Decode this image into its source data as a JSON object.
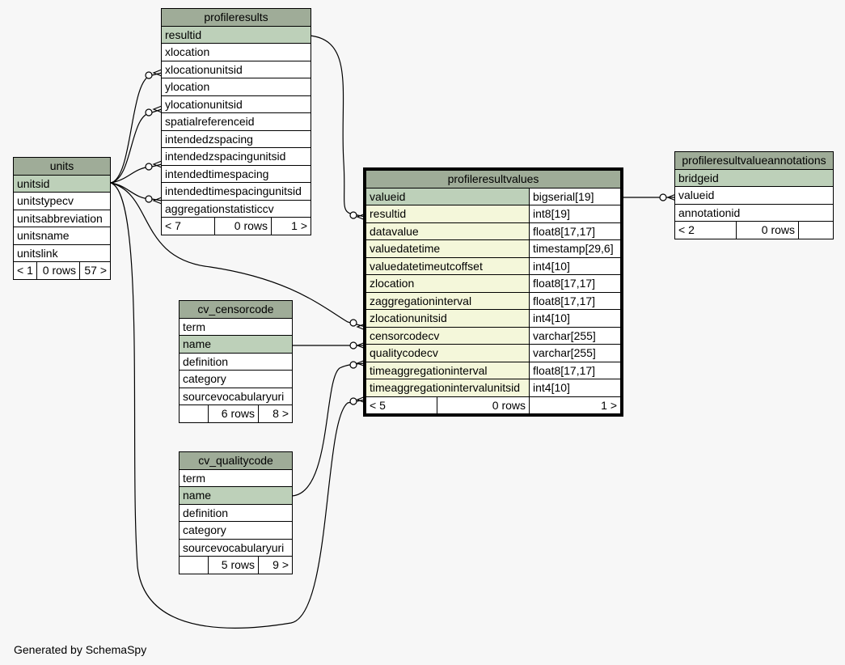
{
  "footer": "Generated by SchemaSpy",
  "tables": {
    "profileresults": {
      "name": "profileresults",
      "columns": [
        "resultid",
        "xlocation",
        "xlocationunitsid",
        "ylocation",
        "ylocationunitsid",
        "spatialreferenceid",
        "intendedzspacing",
        "intendedzspacingunitsid",
        "intendedtimespacing",
        "intendedtimespacingunitsid",
        "aggregationstatisticcv"
      ],
      "footer": [
        "< 7",
        "0 rows",
        "1 >"
      ]
    },
    "units": {
      "name": "units",
      "columns": [
        "unitsid",
        "unitstypecv",
        "unitsabbreviation",
        "unitsname",
        "unitslink"
      ],
      "footer": [
        "< 1",
        "0 rows",
        "57 >"
      ]
    },
    "profileresultvalues": {
      "name": "profileresultvalues",
      "columns": [
        {
          "name": "valueid",
          "type": "bigserial[19]"
        },
        {
          "name": "resultid",
          "type": "int8[19]"
        },
        {
          "name": "datavalue",
          "type": "float8[17,17]"
        },
        {
          "name": "valuedatetime",
          "type": "timestamp[29,6]"
        },
        {
          "name": "valuedatetimeutcoffset",
          "type": "int4[10]"
        },
        {
          "name": "zlocation",
          "type": "float8[17,17]"
        },
        {
          "name": "zaggregationinterval",
          "type": "float8[17,17]"
        },
        {
          "name": "zlocationunitsid",
          "type": "int4[10]"
        },
        {
          "name": "censorcodecv",
          "type": "varchar[255]"
        },
        {
          "name": "qualitycodecv",
          "type": "varchar[255]"
        },
        {
          "name": "timeaggregationinterval",
          "type": "float8[17,17]"
        },
        {
          "name": "timeaggregationintervalunitsid",
          "type": "int4[10]"
        }
      ],
      "footer": [
        "< 5",
        "0 rows",
        "1 >"
      ]
    },
    "profileresultvalueannotations": {
      "name": "profileresultvalueannotations",
      "columns": [
        "bridgeid",
        "valueid",
        "annotationid"
      ],
      "footer": [
        "< 2",
        "0 rows",
        ""
      ]
    },
    "cv_censorcode": {
      "name": "cv_censorcode",
      "columns": [
        "term",
        "name",
        "definition",
        "category",
        "sourcevocabularyuri"
      ],
      "footer": [
        "",
        "6 rows",
        "8 >"
      ]
    },
    "cv_qualitycode": {
      "name": "cv_qualitycode",
      "columns": [
        "term",
        "name",
        "definition",
        "category",
        "sourcevocabularyuri"
      ],
      "footer": [
        "",
        "5 rows",
        "9 >"
      ]
    }
  }
}
